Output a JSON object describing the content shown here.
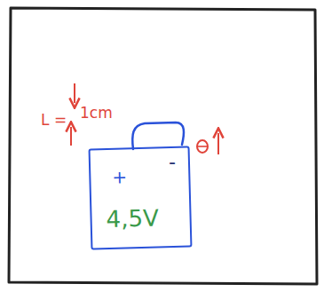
{
  "diagram": {
    "nodes": [
      {
        "text": [
          "+",
          "-",
          "4,5V"
        ]
      }
    ],
    "labels": [
      "L =",
      "1cm"
    ]
  }
}
